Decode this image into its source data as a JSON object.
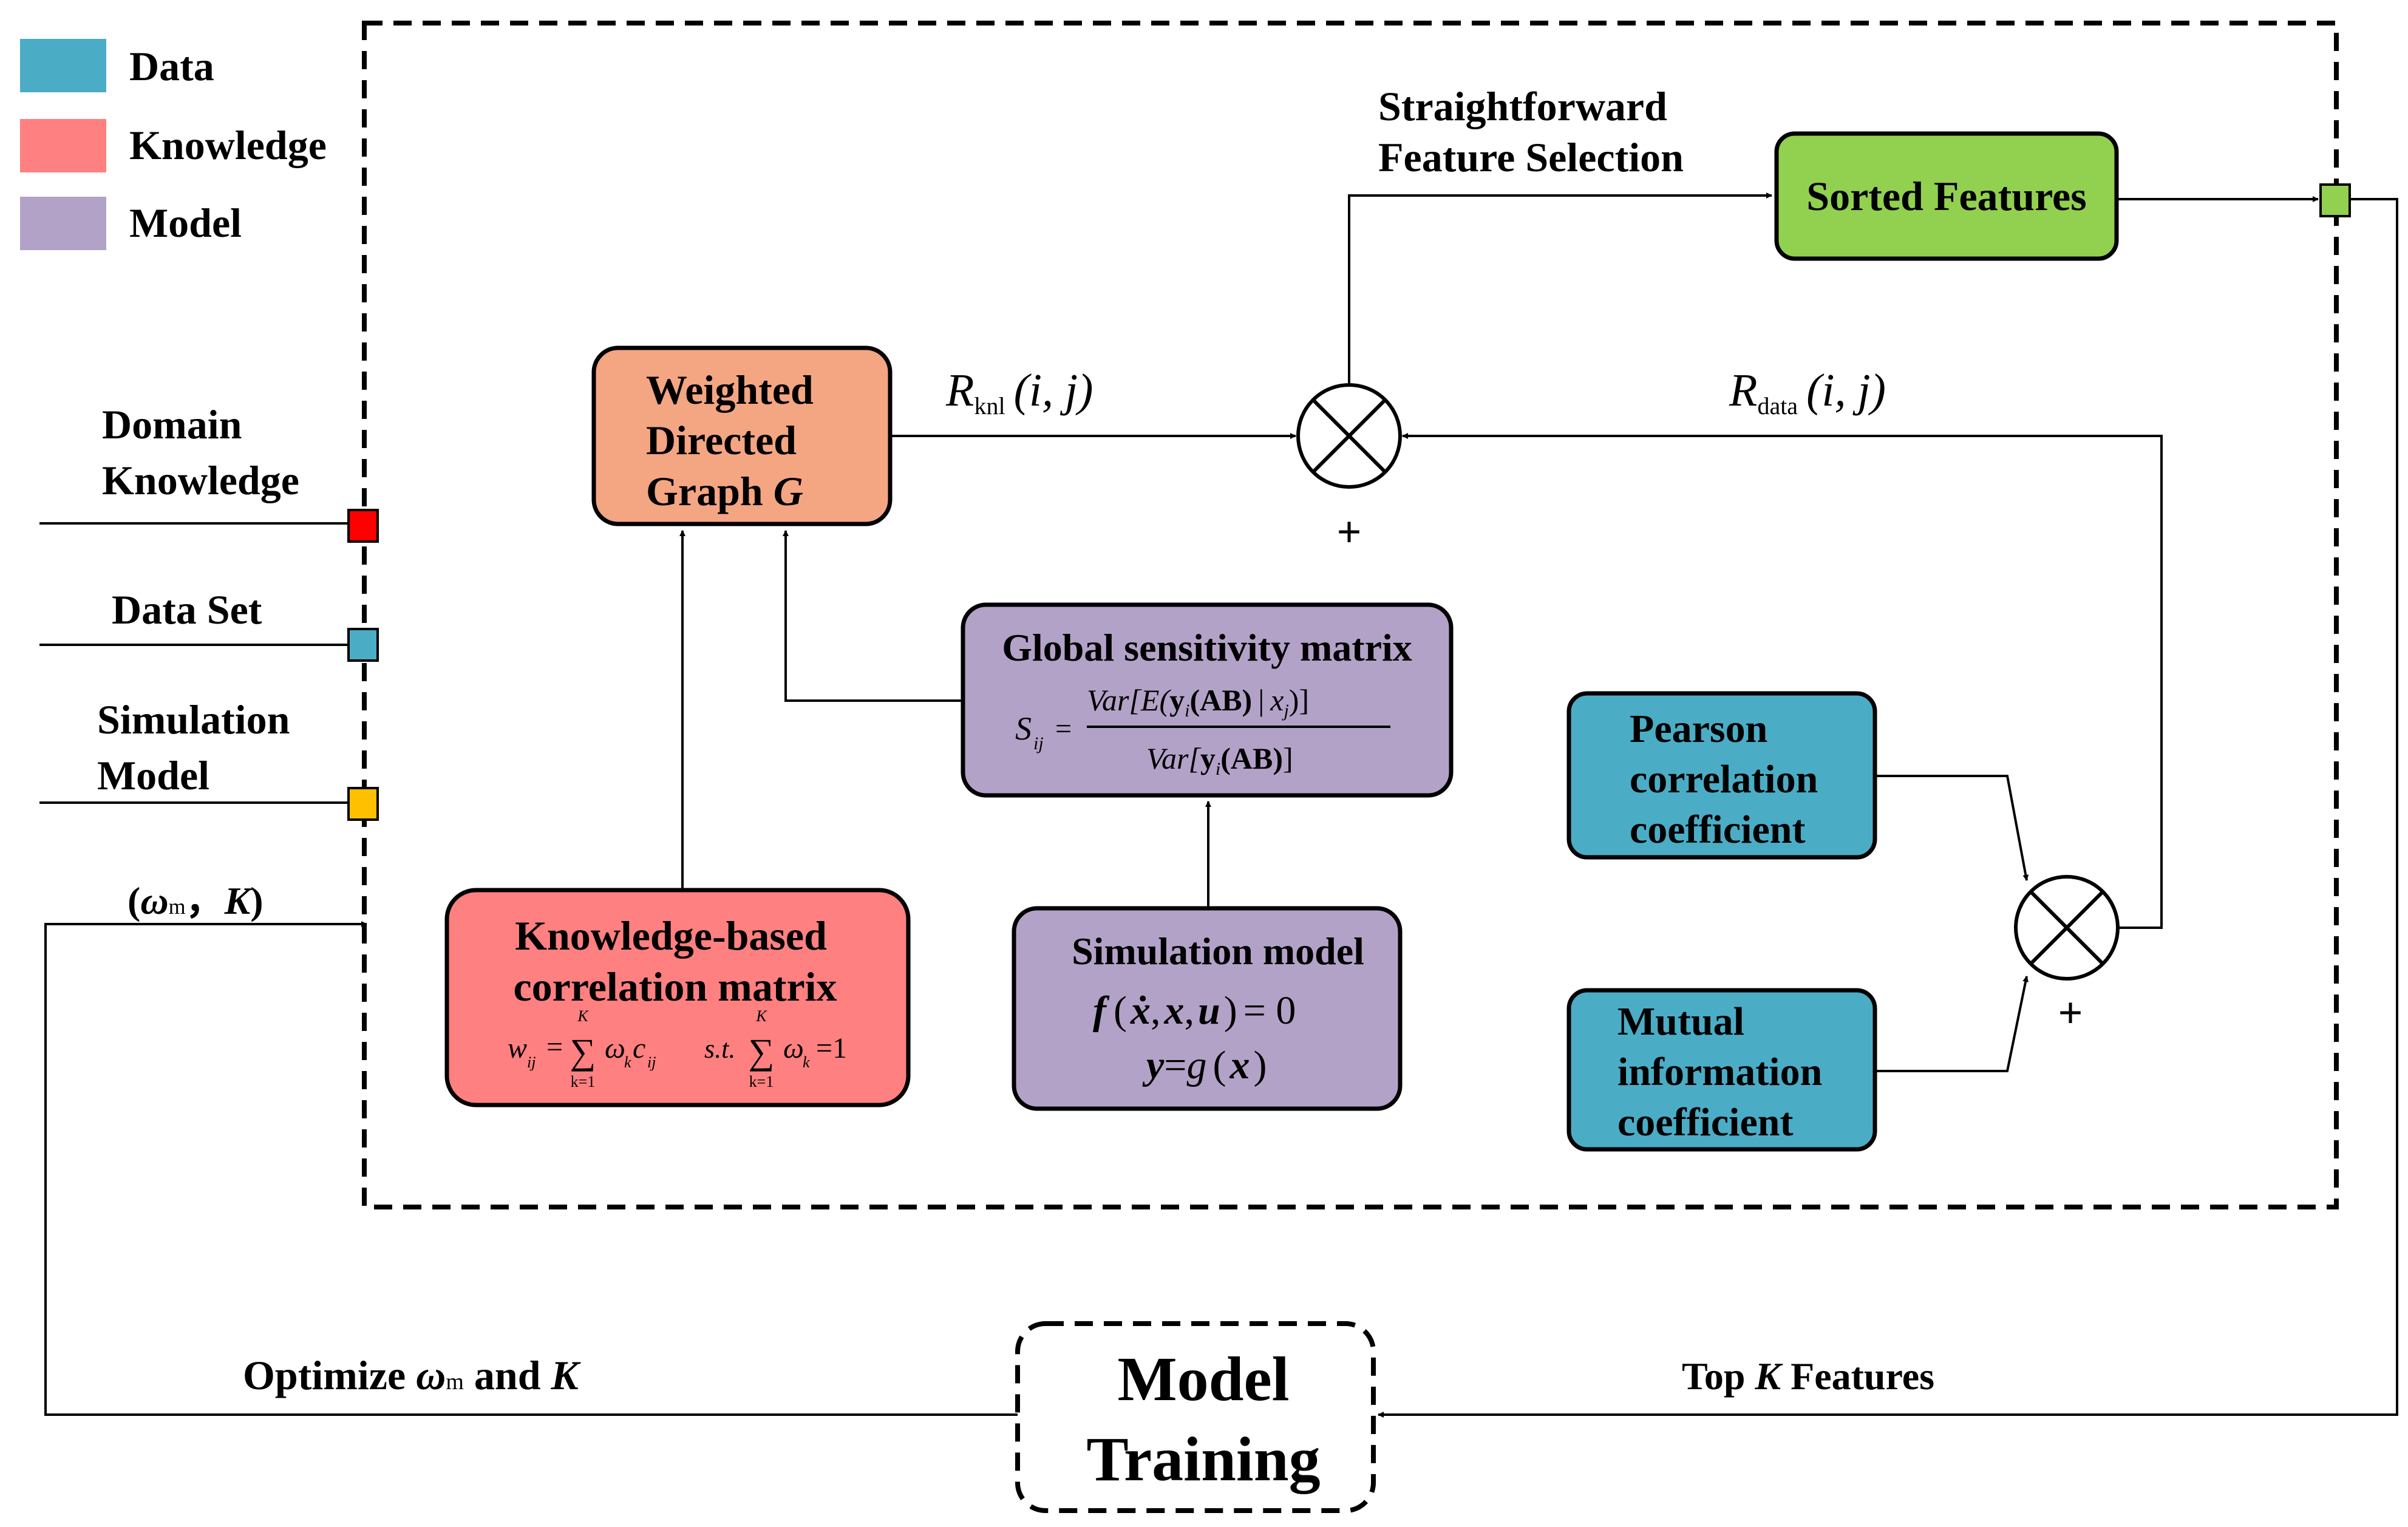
{
  "legend": {
    "data": {
      "label": "Data",
      "color": "#4bacc6"
    },
    "knowledge": {
      "label": "Knowledge",
      "color": "#ff8080"
    },
    "model": {
      "label": "Model",
      "color": "#b3a2c7"
    }
  },
  "inputs": {
    "domain_knowledge": [
      "Domain",
      "Knowledge"
    ],
    "data_set": "Data Set",
    "simulation_model": [
      "Simulation",
      "Model"
    ],
    "params": {
      "open": "(",
      "omega": "ω",
      "sub": "m",
      "comma": "，",
      "k": "K",
      "close": ")"
    }
  },
  "wdg": {
    "lines": [
      "Weighted",
      "Directed"
    ],
    "line3": "Graph ",
    "g": "G",
    "color": "#f4a582"
  },
  "gsm": {
    "title": "Global sensitivity matrix",
    "lhs": "S",
    "lhs_sub": "ij",
    "eq": "=",
    "num": {
      "a": "Var[E(",
      "y": "y",
      "i": "i",
      "ab": "(AB)",
      "b": "|",
      "x": "x",
      "j": "j",
      "c": ")]"
    },
    "den": {
      "a": "Var[",
      "y": "y",
      "i": "i",
      "ab": "(AB)",
      "c": "]"
    }
  },
  "kbc": {
    "title": [
      "Knowledge-based",
      "correlation matrix"
    ],
    "f1": {
      "w": "w",
      "w_sub": "ij",
      "eq": "=",
      "sum": "∑",
      "top": "K",
      "bot": "k=1",
      "omega": "ω",
      "o_sub": "k",
      "c": "c",
      "c_sub": "ij"
    },
    "f2": {
      "st": "s.t.",
      "sum": "∑",
      "top": "K",
      "bot": "k=1",
      "omega": "ω",
      "o_sub": "k",
      "eq": "=1"
    }
  },
  "sim": {
    "title": "Simulation model",
    "eq1": {
      "f": "f",
      "open": "(",
      "xdot": "ẋ",
      "c1": ",",
      "x": "x",
      "c2": ",",
      "u": "u",
      "close": ")",
      "rhs": "= 0"
    },
    "eq2": {
      "y": "y",
      "eq": "=",
      "g": "g",
      "open": "(",
      "x": "x",
      "close": ")"
    }
  },
  "pearson": {
    "lines": [
      "Pearson",
      "correlation",
      "coefficient"
    ]
  },
  "mutual": {
    "lines": [
      "Mutual",
      "information",
      "coefficient"
    ]
  },
  "sorted": {
    "label": "Sorted Features",
    "color": "#92d050"
  },
  "sfs": [
    "Straightforward",
    "Feature Selection"
  ],
  "rknl": {
    "R": "R",
    "sub": "knl",
    "args": "(i, j)"
  },
  "rdata": {
    "R": "R",
    "sub": "data",
    "args": "(i, j)"
  },
  "plus": "+",
  "port_colors": {
    "knowledge": "#ff0000",
    "data": "#4bacc6",
    "model": "#ffc000",
    "out": "#92d050"
  },
  "training": [
    "Model",
    "Training"
  ],
  "optimize": {
    "a": "Optimize ",
    "omega": "ω",
    "sub": "m",
    "b": " and ",
    "k": "K"
  },
  "topk": {
    "a": "Top ",
    "k": "K",
    "b": " Features"
  }
}
